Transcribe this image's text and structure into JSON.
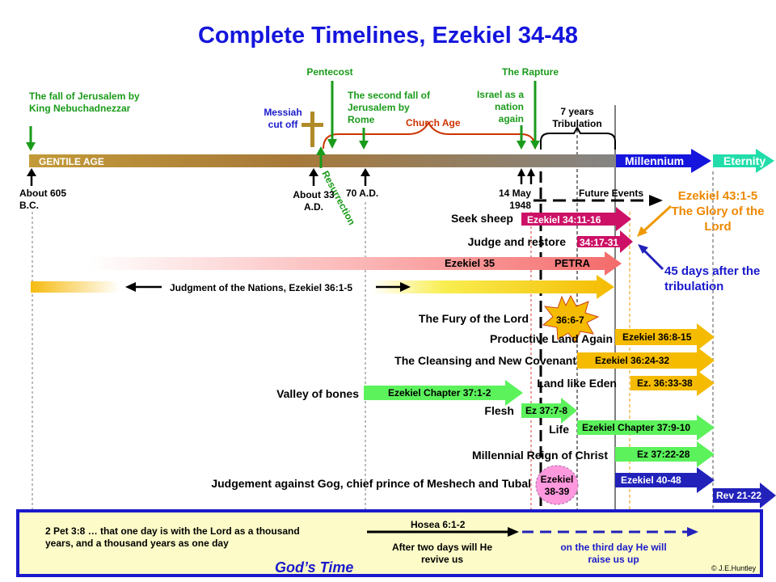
{
  "title": "Complete Timelines, Ezekiel 34-48",
  "top_captions": {
    "fall1": "The fall of Jerusalem by King Nebuchadnezzar",
    "pentecost": "Pentecost",
    "messiah": "Messiah cut off",
    "fall2": "The second fall of Jerusalem by Rome",
    "church_age": "Church Age",
    "israel": "Israel as a nation again",
    "rapture": "The Rapture",
    "tribulation": "7 years Tribulation"
  },
  "bar": {
    "gentile_age": "GENTILE AGE",
    "millennium": "Millennium",
    "eternity": "Eternity"
  },
  "dates": {
    "d605": "About 605 B.C.",
    "d33": "About 33 A.D.",
    "d70": "70 A.D.",
    "d1948": "14 May 1948",
    "resurrection": "Resurrection",
    "future_events": "Future Events"
  },
  "side_notes": {
    "glory": "Ezekiel 43:1-5 The Glory of the Lord",
    "days45": "45 days after the tribulation"
  },
  "labels": {
    "seek": "Seek sheep",
    "judge": "Judge and restore",
    "fury": "The Fury of the Lord",
    "productive": "Productive Land Again",
    "cleansing": "The Cleansing and New Covenant",
    "eden": "Land like Eden",
    "valley": "Valley of bones",
    "flesh": "Flesh",
    "life": "Life",
    "reign": "Millennial  Reign of Christ",
    "gog": "Judgement against Gog, chief prince of Meshech and Tubal"
  },
  "refs": {
    "e34a": "Ezekiel 34:11-16",
    "e34b": "34:17-31",
    "e35": "Ezekiel 35",
    "petra": "PETRA",
    "nations": "Judgment of the Nations, Ezekiel 36:1-5",
    "fury_ref": "36:6-7",
    "e36a": "Ezekiel 36:8-15",
    "e36b": "Ezekiel 36:24-32",
    "e36c": "Ez. 36:33-38",
    "e37a": "Ezekiel Chapter 37:1-2",
    "e37b": "Ez 37:7-8",
    "e37c": "Ezekiel Chapter 37:9-10",
    "e37d": "Ez 37:22-28",
    "gog_ref": "Ezekiel 38-39",
    "e40": "Ezekiel 40-48",
    "rev": "Rev 21-22"
  },
  "gods_time": {
    "pet": "2 Pet 3:8  … that one day is with the Lord as a thousand  years, and a thousand years as one day",
    "hosea": "Hosea 6:1-2",
    "two_days": "After two days will He revive us",
    "third_day": "on the third day He will raise us up",
    "label": "God’s Time",
    "credit": "©  J.E.Huntley"
  },
  "colors": {
    "title": "#1515dd",
    "green": "#1a9b1a",
    "magenta": "#cc1166",
    "gold": "#f5bb00",
    "bright_green": "#5cf25c",
    "navy": "#2222bb",
    "teal": "#22ddaa"
  }
}
